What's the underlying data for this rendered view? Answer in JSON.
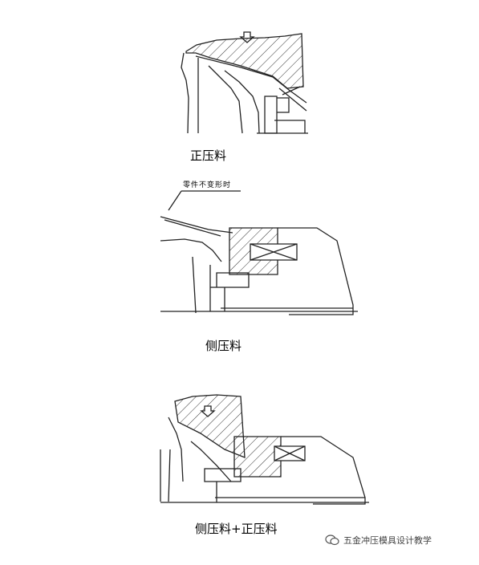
{
  "diagrams": [
    {
      "caption": "正压料"
    },
    {
      "caption": "侧压料",
      "note": "零件不变形时"
    },
    {
      "caption": "侧压料+正压料"
    }
  ],
  "watermark": {
    "text": "五金冲压模具设计教学",
    "icon": "wechat-icon"
  }
}
